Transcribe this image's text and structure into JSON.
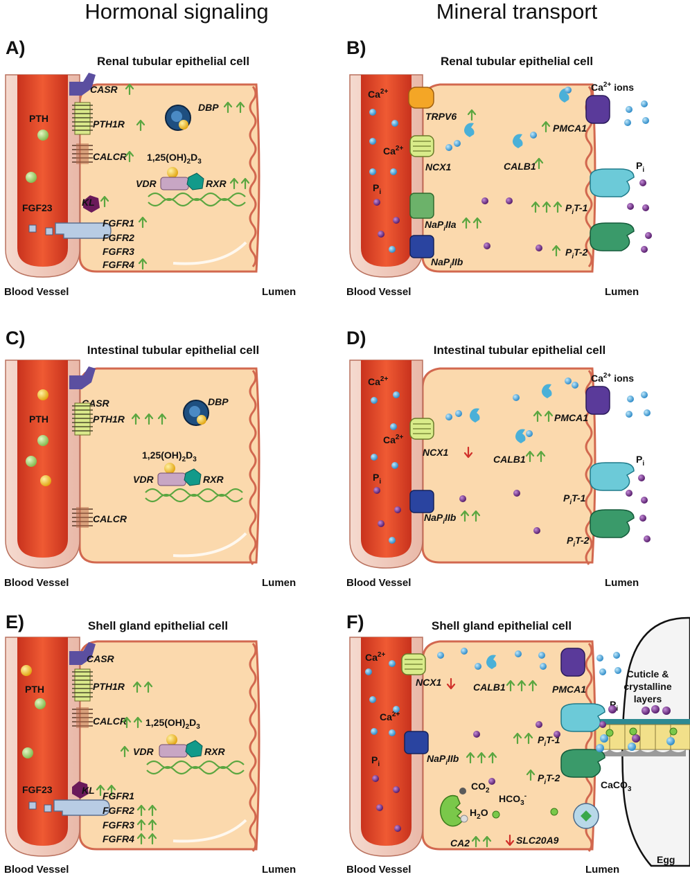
{
  "headers": {
    "left": "Hormonal signaling",
    "right": "Mineral transport"
  },
  "panels": {
    "A": {
      "label": "A)",
      "title": "Renal tubular epithelial cell",
      "vessel": "Blood Vessel",
      "lumen": "Lumen"
    },
    "B": {
      "label": "B)",
      "title": "Renal tubular epithelial cell",
      "vessel": "Blood Vessel",
      "lumen": "Lumen"
    },
    "C": {
      "label": "C)",
      "title": "Intestinal tubular epithelial cell",
      "vessel": "Blood Vessel",
      "lumen": "Lumen"
    },
    "D": {
      "label": "D)",
      "title": "Intestinal tubular epithelial cell",
      "vessel": "Blood Vessel",
      "lumen": "Lumen"
    },
    "E": {
      "label": "E)",
      "title": "Shell gland epithelial cell",
      "vessel": "Blood Vessel",
      "lumen": "Lumen"
    },
    "F": {
      "label": "F)",
      "title": "Shell gland epithelial cell",
      "vessel": "Blood Vessel",
      "lumen": "Lumen",
      "egg": "Egg",
      "cuticle1": "Cuticle &",
      "cuticle2": "crystalline",
      "cuticle3": "layers"
    }
  },
  "molecules": {
    "PTH": "PTH",
    "FGF23": "FGF23",
    "vitd": "1,25(OH)",
    "sub2": "2",
    "sub3": "3",
    "D": "D",
    "CASR": "CASR",
    "PTH1R": "PTH1R",
    "CALCR": "CALCR",
    "DBP": "DBP",
    "VDR": "VDR",
    "RXR": "RXR",
    "KL": "KL",
    "FGFR1": "FGFR1",
    "FGFR2": "FGFR2",
    "FGFR3": "FGFR3",
    "FGFR4": "FGFR4",
    "Ca": "Ca",
    "two_plus": "2+",
    "ions": " ions",
    "P": "P",
    "i": "i",
    "Pi_prefix": "P",
    "T1": "T-1",
    "T2": "T-2",
    "TRPV6": "TRPV6",
    "NCX1": "NCX1",
    "CALB1": "CALB1",
    "PMCA1": "PMCA1",
    "NaP": "NaP",
    "IIa": "IIa",
    "IIb": "IIb",
    "CO": "CO",
    "H": "H",
    "O": "O",
    "HCO": "HCO",
    "minus": "-",
    "CA2": "CA2",
    "SLC20A9": "SLC20A9",
    "CaCO": "CaCO"
  },
  "colors": {
    "vessel": "#e8482c",
    "vessel_wall": "#f2d2c6",
    "cytoplasm": "#fbd9ad",
    "membrane": "#d2684f",
    "up_arrow": "#5aa640",
    "down_arrow": "#d0302a",
    "calcium": "#2f9ad4",
    "phosphate": "#6a2a82",
    "pth": "#a6d46a",
    "vitamin_d": "#f3c317"
  }
}
